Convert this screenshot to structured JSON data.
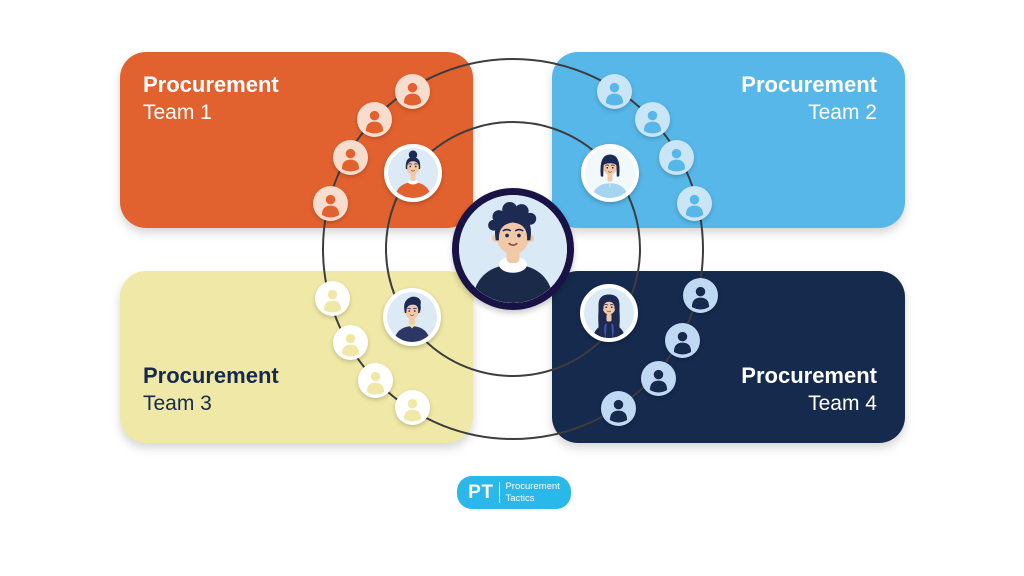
{
  "diagram": {
    "teams": [
      {
        "id": "team-1",
        "title": "Procurement",
        "subtitle": "Team 1",
        "box_color": "#E2622F",
        "text_color": "#FFFFFF",
        "member_icon_bg": "#F6DDCD",
        "member_icon_glyph": "#E2622F",
        "avatar": "woman-bun",
        "member_icon_count": 4
      },
      {
        "id": "team-2",
        "title": "Procurement",
        "subtitle": "Team 2",
        "box_color": "#57B7E8",
        "text_color": "#FFFFFF",
        "member_icon_bg": "#C9E5F6",
        "member_icon_glyph": "#57B7E8",
        "avatar": "woman-bob",
        "member_icon_count": 4
      },
      {
        "id": "team-3",
        "title": "Procurement",
        "subtitle": "Team 3",
        "box_color": "#EFE8A6",
        "text_color": "#152A4D",
        "member_icon_bg": "#FFFFFF",
        "member_icon_glyph": "#EFE8A6",
        "avatar": "man-quiff",
        "member_icon_count": 4
      },
      {
        "id": "team-4",
        "title": "Procurement",
        "subtitle": "Team 4",
        "box_color": "#152A4D",
        "text_color": "#FFFFFF",
        "member_icon_bg": "#BFD8F3",
        "member_icon_glyph": "#152A4D",
        "avatar": "woman-long-hair",
        "member_icon_count": 4
      }
    ],
    "center_avatar": "central-manager",
    "ring_color": "#3D3D3D",
    "center_avatar_border_color": "#181245"
  },
  "logo": {
    "initials": "PT",
    "name_line1": "Procurement",
    "name_line2": "Tactics",
    "bg_color": "#2AB7E9",
    "text_color": "#FFFFFF"
  }
}
